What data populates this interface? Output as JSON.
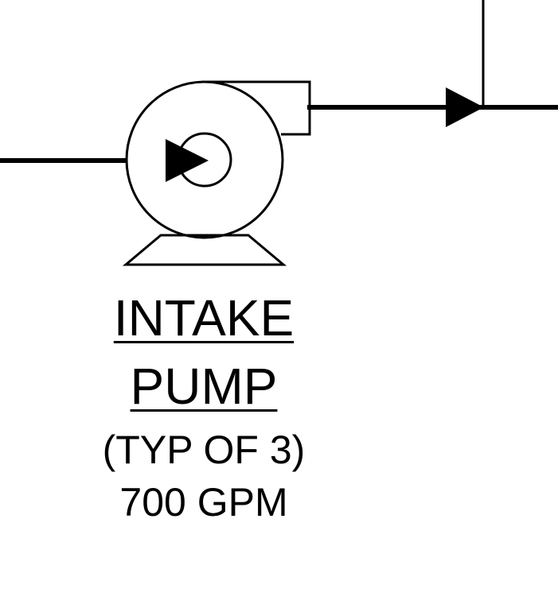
{
  "pump_label": {
    "line1": "INTAKE",
    "line2": "PUMP",
    "line3": "(TYP OF 3)",
    "line4": "700 GPM"
  },
  "colors": {
    "line": "#000000",
    "background": "#ffffff"
  },
  "icons": {
    "pump": "centrifugal-pump-icon",
    "flow_arrow": "flow-arrow-icon"
  }
}
